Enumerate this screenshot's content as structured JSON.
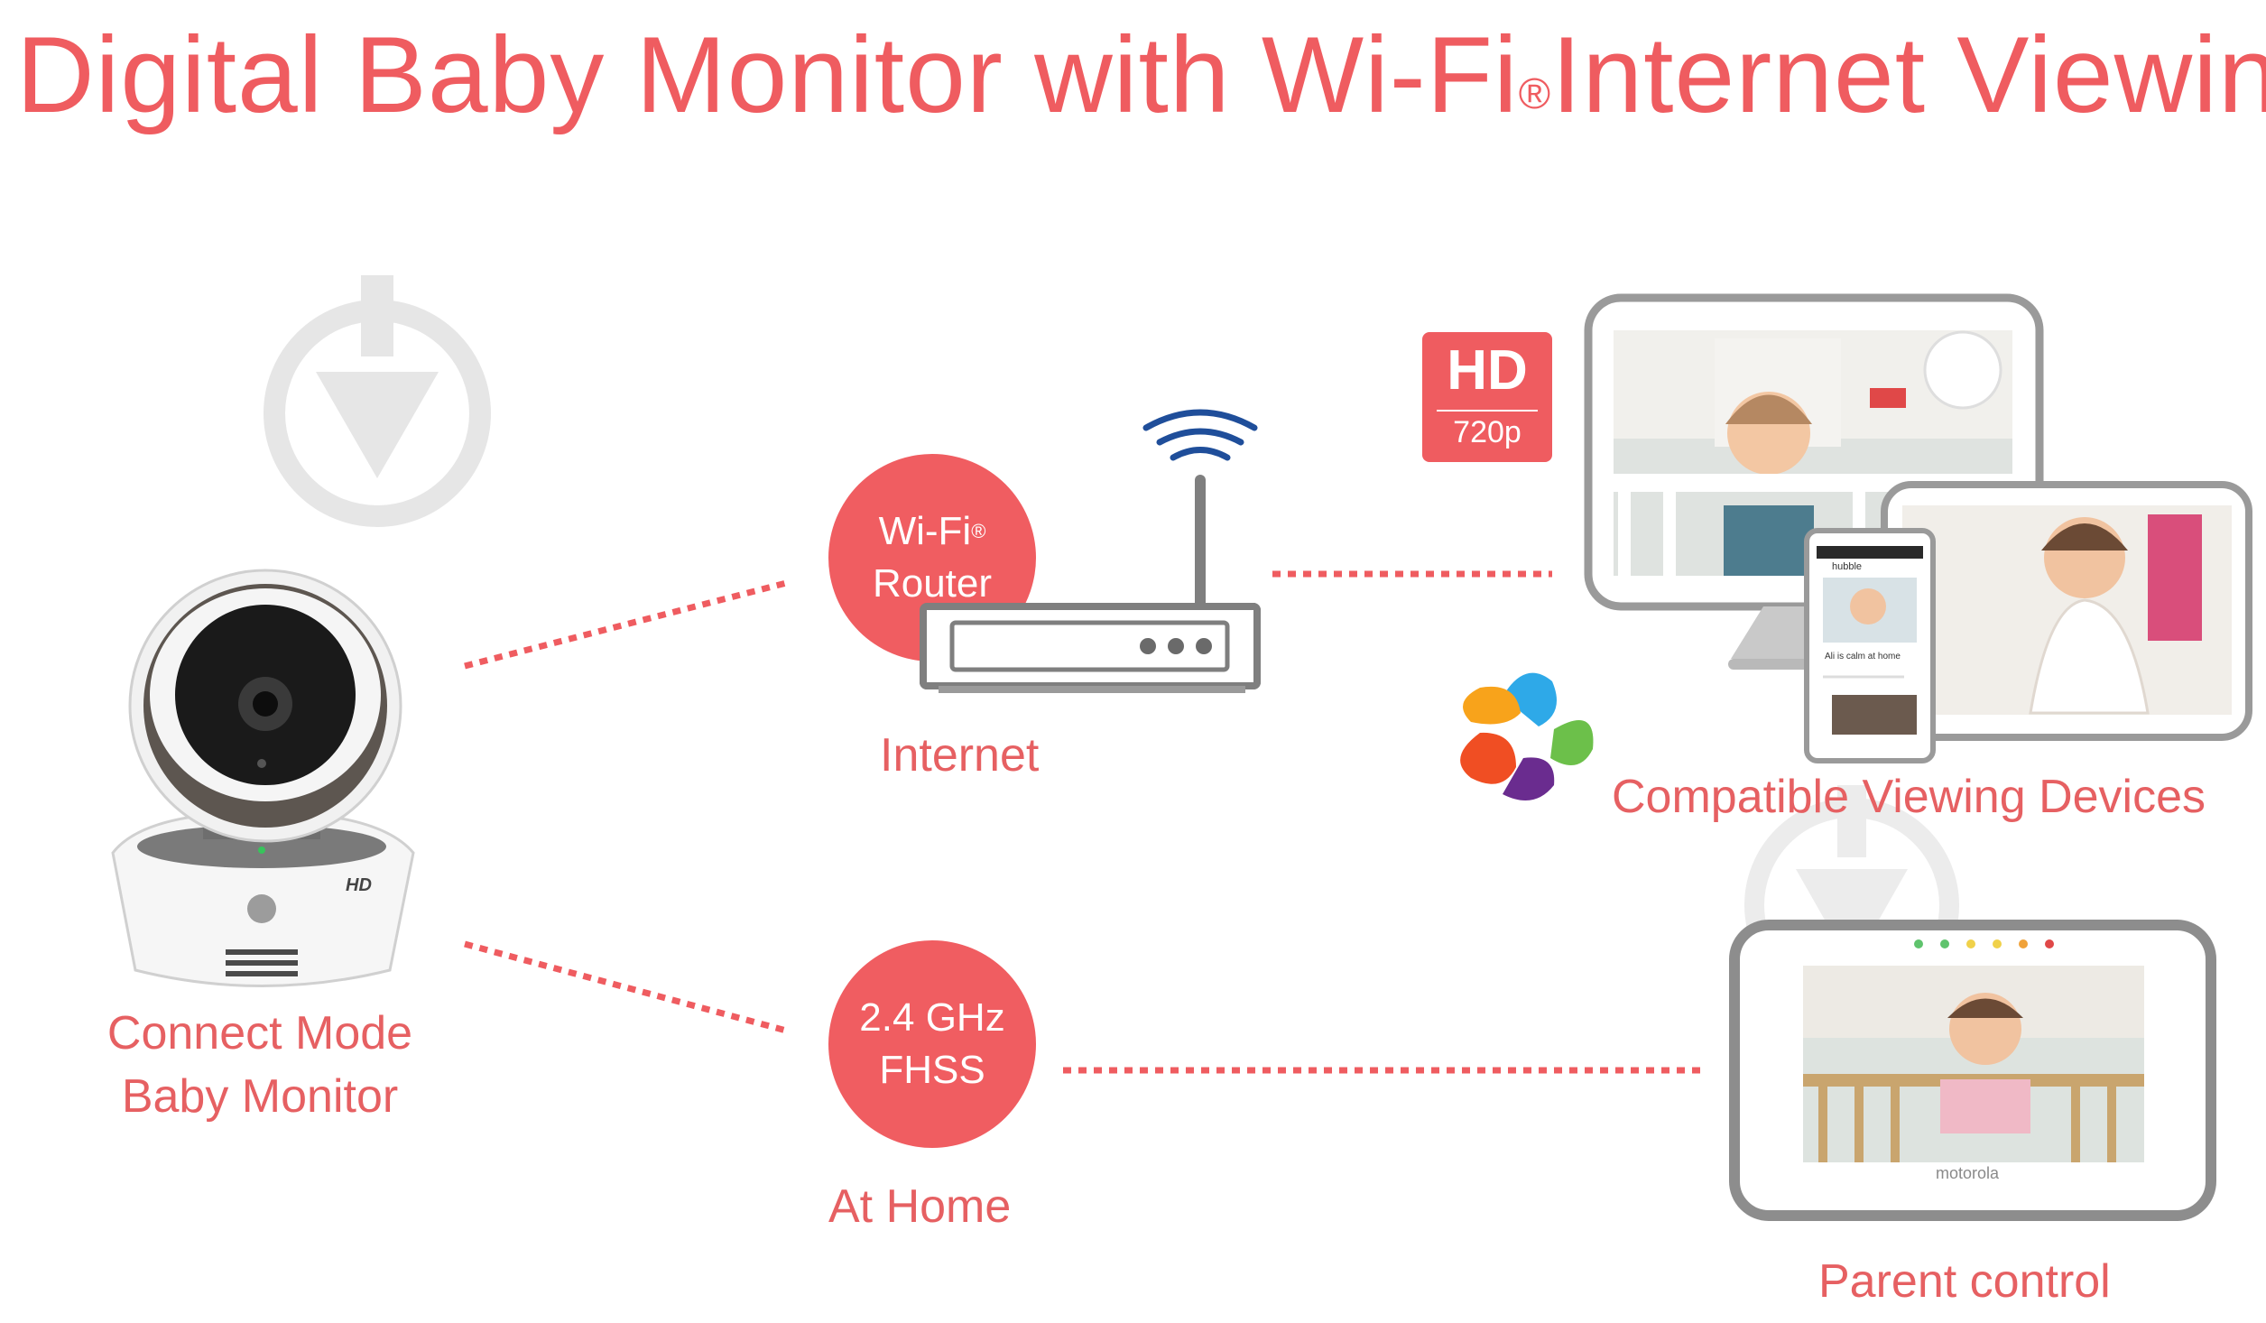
{
  "title": {
    "main": "Digital Baby Monitor with Wi-Fi",
    "reg": "®",
    "tail": "Internet Viewing"
  },
  "camera": {
    "label_line1": "Connect Mode",
    "label_line2": "Baby Monitor",
    "badge": "HD"
  },
  "router": {
    "circle_line1": "Wi-Fi",
    "circle_reg": "®",
    "circle_line2": "Router",
    "caption": "Internet"
  },
  "fhss": {
    "circle_line1": "2.4 GHz",
    "circle_line2": "FHSS",
    "caption": "At Home"
  },
  "devices": {
    "hd_badge": "HD",
    "resolution": "720p",
    "caption": "Compatible Viewing Devices",
    "phone": {
      "app_name": "hubble",
      "status": "Ali is calm at home"
    }
  },
  "parent_unit": {
    "brand": "motorola",
    "caption": "Parent control"
  },
  "colors": {
    "accent": "#ef5c60",
    "wifi_waves": "#1f4e9a",
    "device_frame": "#9a9a9a",
    "watermark": "#e8e8e8"
  },
  "icons": [
    "download-watermark-icon",
    "wifi-signal-icon",
    "hubble-logo-icon"
  ]
}
